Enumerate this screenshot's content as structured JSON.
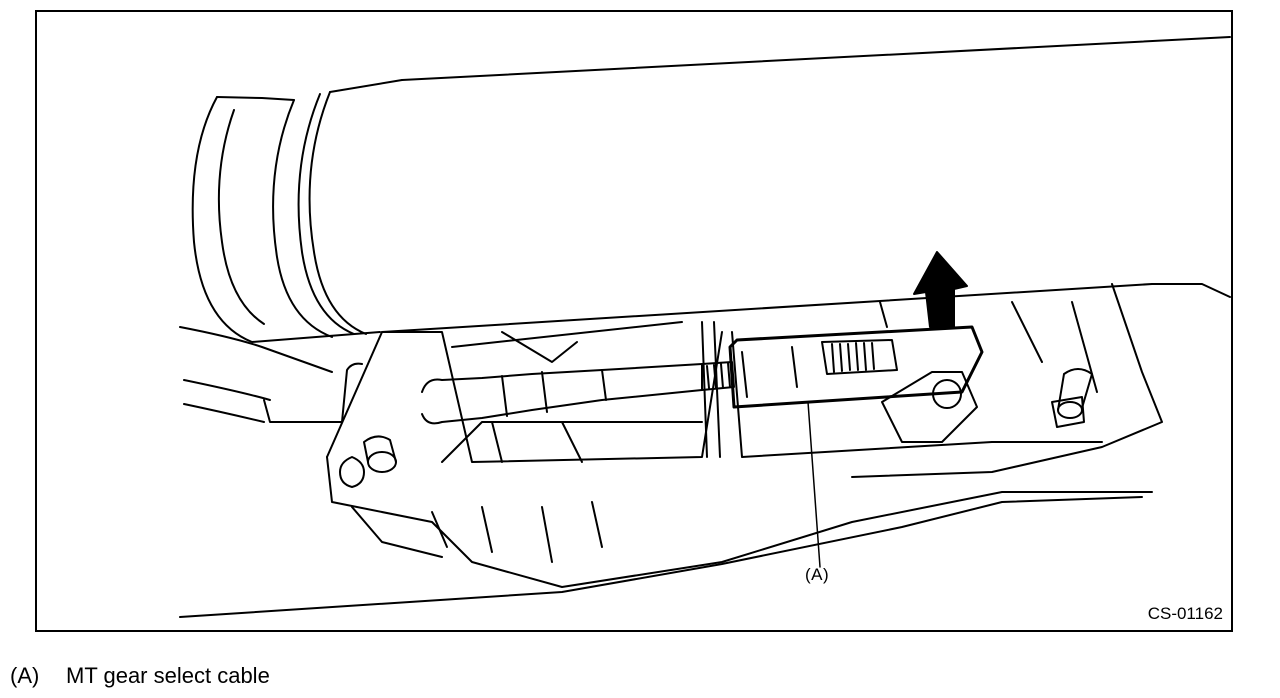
{
  "figure": {
    "callout": "(A)",
    "code": "CS-01162"
  },
  "legend": {
    "items": [
      {
        "key": "(A)",
        "text": "MT gear select cable"
      }
    ]
  }
}
